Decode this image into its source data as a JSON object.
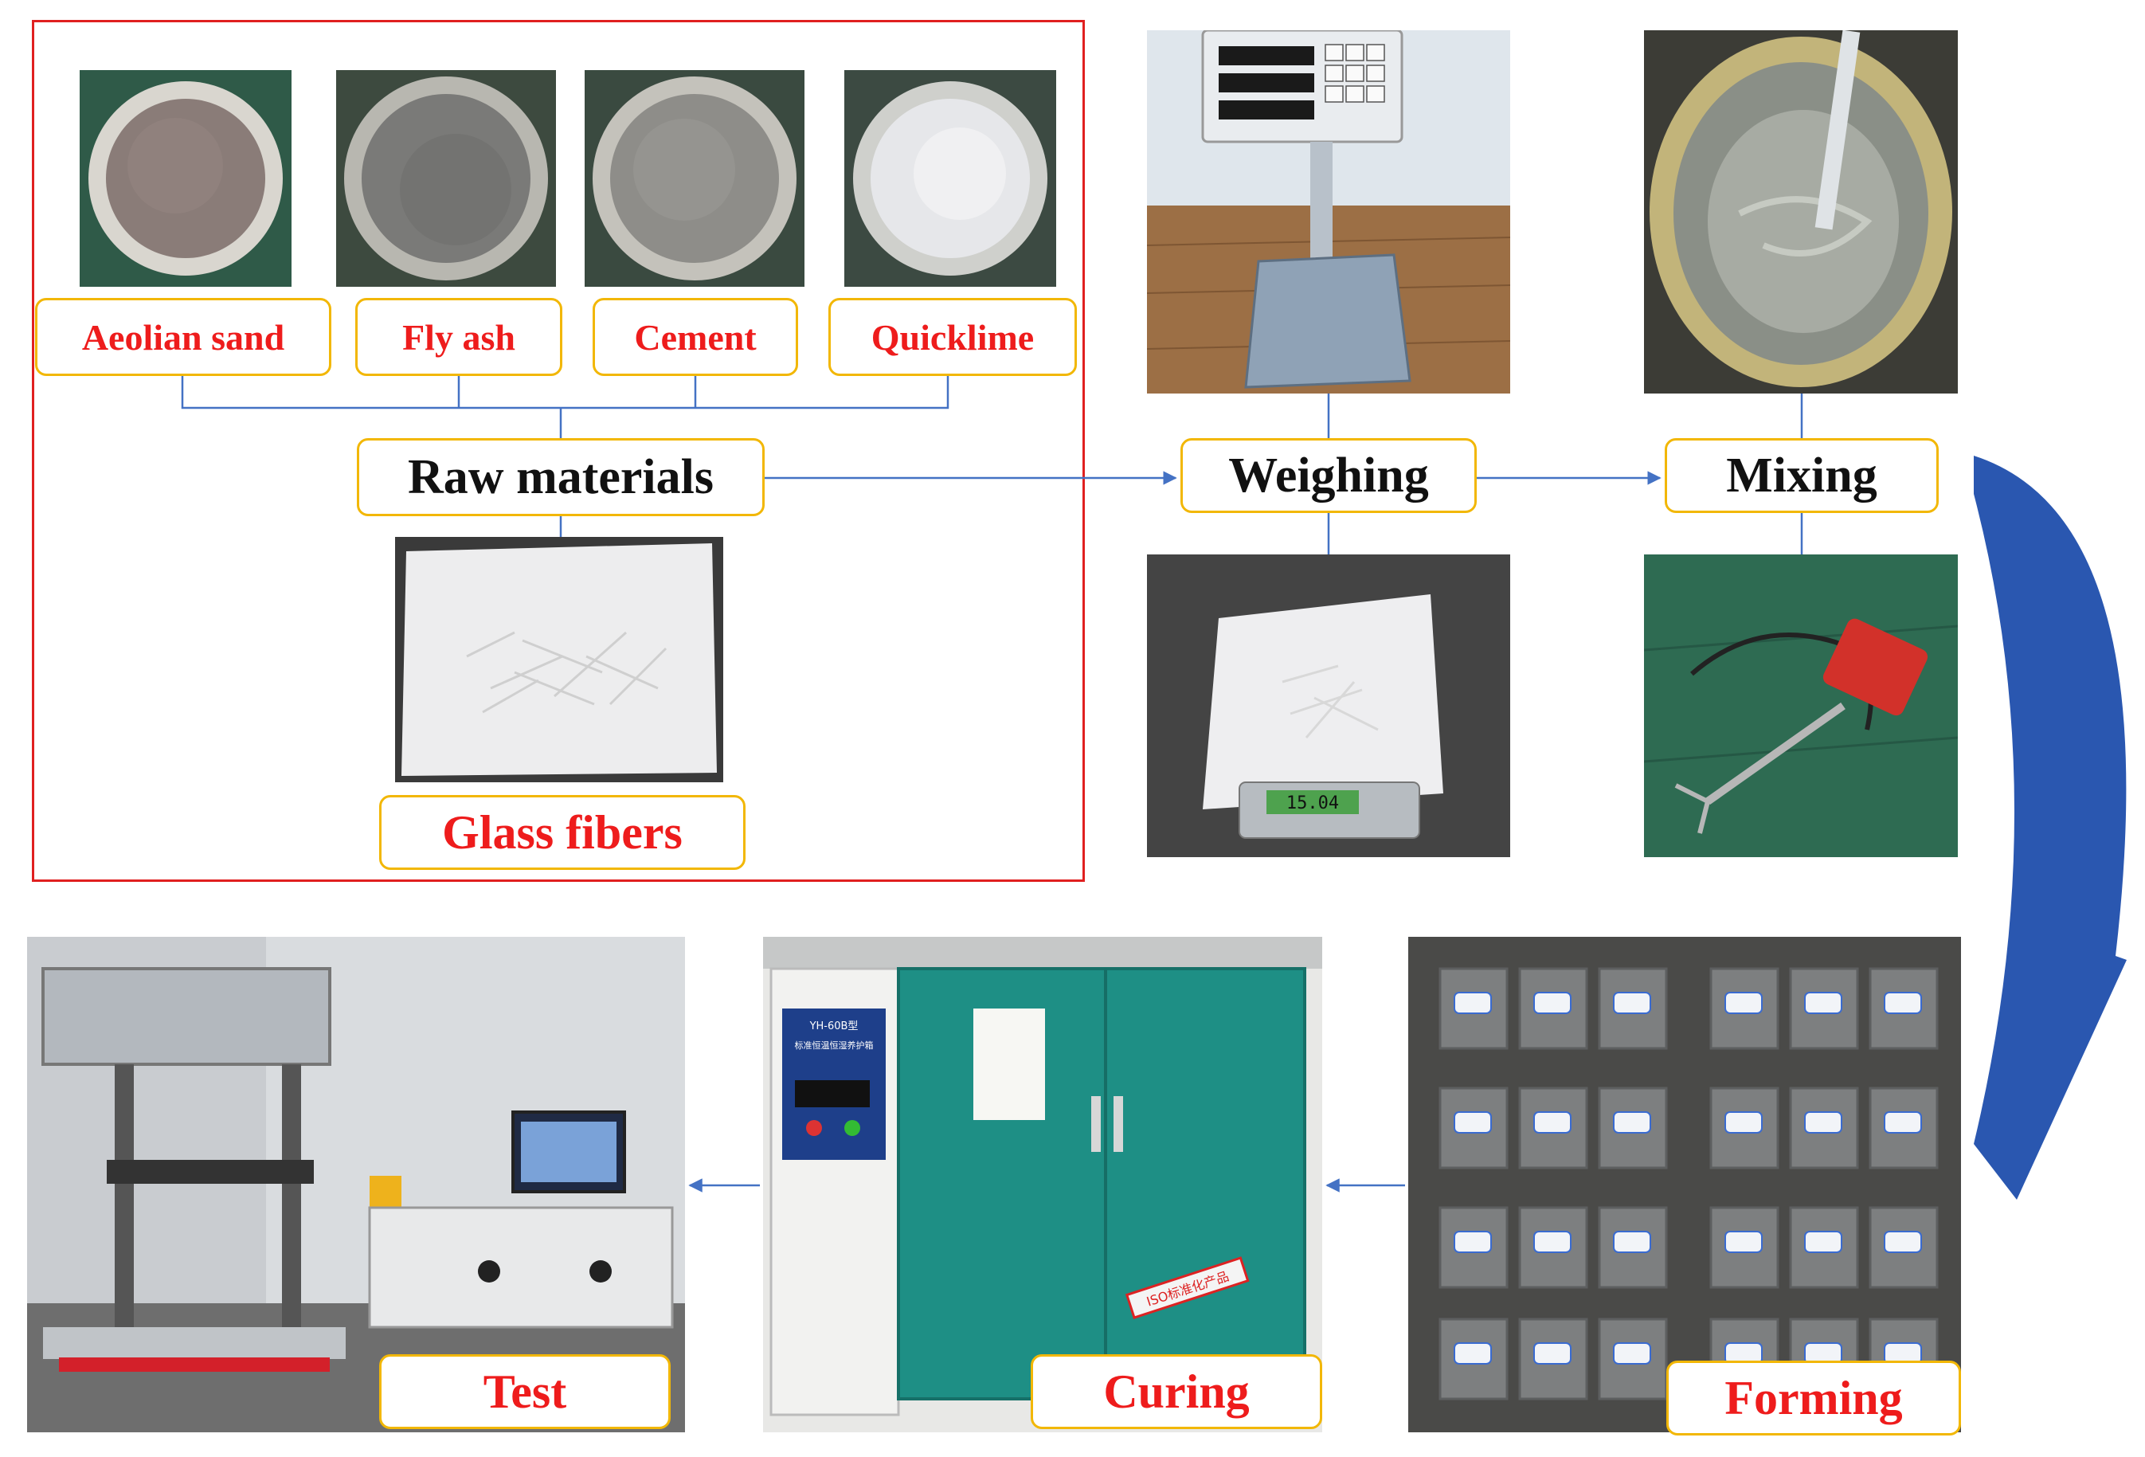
{
  "labels": {
    "aeolian_sand": "Aeolian sand",
    "fly_ash": "Fly ash",
    "cement": "Cement",
    "quicklime": "Quicklime",
    "raw_materials": "Raw materials",
    "glass_fibers": "Glass fibers",
    "weighing": "Weighing",
    "mixing": "Mixing",
    "forming": "Forming",
    "curing": "Curing",
    "test": "Test"
  },
  "photo_text": {
    "scale_readout": "15.04",
    "cabinet_model": "YH-60B型",
    "cabinet_name": "标准恒温恒湿养护箱",
    "iso_sticker": "ISO标准化产品"
  },
  "colors": {
    "label_border": "#f2b705",
    "label_text_red": "#ee1c1c",
    "label_text_black": "#111111",
    "frame_red": "#e02020",
    "arrow_blue": "#4472c4",
    "curve_arrow": "#2a57b0"
  }
}
